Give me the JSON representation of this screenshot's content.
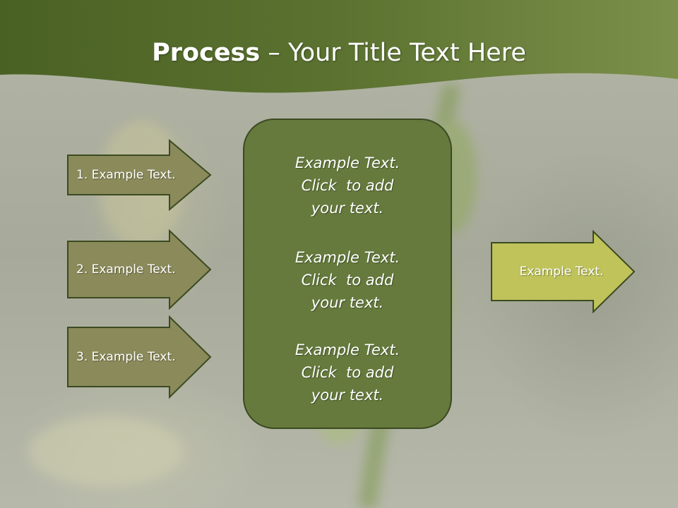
{
  "title": {
    "bold": "Process",
    "rest": " – Your Title Text Here"
  },
  "colors": {
    "title_band_dark": "#4f6528",
    "title_band_light": "#7a8f4a",
    "input_arrow_fill": "#8a8a5a",
    "output_arrow_fill": "#bfc35a",
    "center_box_fill": "#657a3c",
    "outline": "#3b4a22"
  },
  "inputs": [
    {
      "label": "1. Example Text."
    },
    {
      "label": "2. Example Text."
    },
    {
      "label": "3. Example Text."
    }
  ],
  "center_blocks": [
    {
      "line1": "Example Text.",
      "line2": "Click  to add",
      "line3": "your text."
    },
    {
      "line1": "Example Text.",
      "line2": "Click  to add",
      "line3": "your text."
    },
    {
      "line1": "Example Text.",
      "line2": "Click  to add",
      "line3": "your text."
    }
  ],
  "output": {
    "label": "Example Text."
  }
}
